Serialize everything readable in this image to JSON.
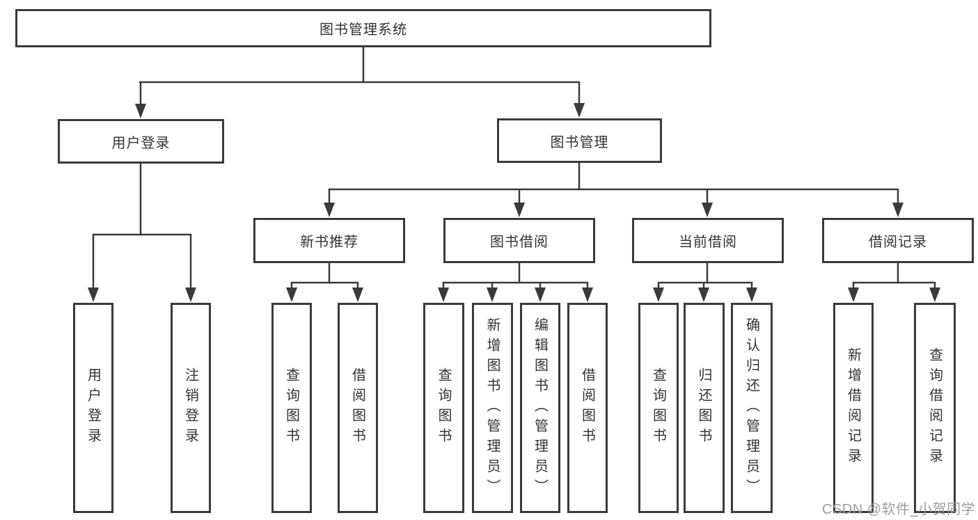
{
  "nodes": {
    "root": "图书管理系统",
    "user_login": "用户登录",
    "book_mgmt": "图书管理",
    "new_book_rec": "新书推荐",
    "book_borrow": "图书借阅",
    "current_borrow": "当前借阅",
    "borrow_record": "借阅记录",
    "leaf_login": "用户登录",
    "leaf_logout": "注销登录",
    "leaf_rec_query": "查询图书",
    "leaf_rec_borrow": "借阅图书",
    "leaf_bor_query": "查询图书",
    "leaf_bor_add": "新增图书（管理员）",
    "leaf_bor_edit": "编辑图书（管理员）",
    "leaf_bor_borrow": "借阅图书",
    "leaf_cur_query": "查询图书",
    "leaf_cur_return": "归还图书",
    "leaf_cur_confirm": "确认归还（管理员）",
    "leaf_br_add": "新增借阅记录",
    "leaf_br_query": "查询借阅记录"
  },
  "structure": {
    "图书管理系统": {
      "用户登录": [
        "用户登录",
        "注销登录"
      ],
      "图书管理": {
        "新书推荐": [
          "查询图书",
          "借阅图书"
        ],
        "图书借阅": [
          "查询图书",
          "新增图书（管理员）",
          "编辑图书（管理员）",
          "借阅图书"
        ],
        "当前借阅": [
          "查询图书",
          "归还图书",
          "确认归还（管理员）"
        ],
        "借阅记录": [
          "新增借阅记录",
          "查询借阅记录"
        ]
      }
    }
  },
  "watermark": "CSDN @软件_小贺同学",
  "colors": {
    "line": "#3a3a3a",
    "text": "#333333",
    "watermark": "#9e9e9e",
    "background": "#ffffff"
  }
}
